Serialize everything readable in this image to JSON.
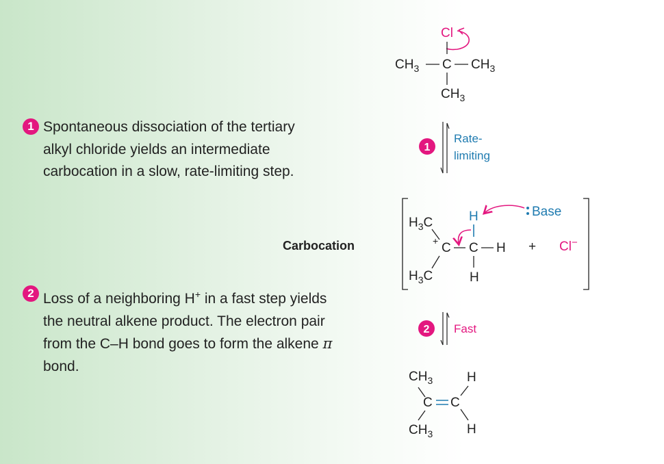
{
  "steps": [
    {
      "number": "1",
      "text": "Spontaneous dissociation of the tertiary alkyl chloride yields an intermediate carbocation in a slow, rate-limiting step."
    },
    {
      "number": "2",
      "text": "Loss of a neighboring H"
    }
  ],
  "step2": {
    "text_a": "Loss of a neighboring H",
    "superscript": "+",
    "text_b": " in a fast step yields the neutral alkene product. The electron pair from the C–H bond goes to form the alkene ",
    "pi": "π",
    "text_c": " bond."
  },
  "labels": {
    "carbocation": "Carbocation",
    "arrow1_line1": "Rate-",
    "arrow1_line2": "limiting",
    "arrow2": "Fast",
    "base": "Base",
    "plus": "+",
    "chloride": "Cl",
    "chloride_charge": "−"
  },
  "badges": {
    "one": "1",
    "two": "2"
  },
  "colors": {
    "magenta": "#e3177f",
    "blue": "#1f7bb0",
    "text": "#222222"
  }
}
